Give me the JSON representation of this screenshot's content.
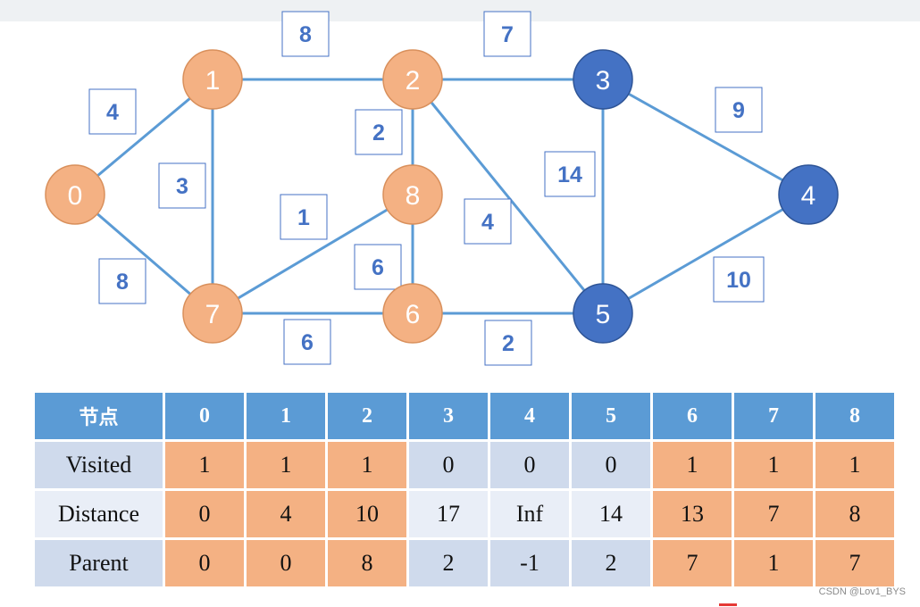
{
  "colors": {
    "visited_node": "#f4b183",
    "unvisited_node": "#4472c4",
    "edge": "#5b9bd5",
    "weight_text": "#4472c4",
    "header_bg": "#5b9bd5",
    "visited_cell": "#f4b183",
    "unvisited_cell_a": "#cfdaec",
    "unvisited_cell_b": "#e9eef7"
  },
  "graph": {
    "nodes": [
      {
        "id": "0",
        "visited": true
      },
      {
        "id": "1",
        "visited": true
      },
      {
        "id": "2",
        "visited": true
      },
      {
        "id": "3",
        "visited": false
      },
      {
        "id": "4",
        "visited": false
      },
      {
        "id": "5",
        "visited": false
      },
      {
        "id": "6",
        "visited": true
      },
      {
        "id": "7",
        "visited": true
      },
      {
        "id": "8",
        "visited": true
      }
    ],
    "edges": [
      {
        "from": "0",
        "to": "1",
        "weight": "4"
      },
      {
        "from": "0",
        "to": "7",
        "weight": "8"
      },
      {
        "from": "1",
        "to": "2",
        "weight": "8"
      },
      {
        "from": "1",
        "to": "7",
        "weight": "3"
      },
      {
        "from": "2",
        "to": "3",
        "weight": "7"
      },
      {
        "from": "2",
        "to": "8",
        "weight": "2"
      },
      {
        "from": "2",
        "to": "5",
        "weight": "4"
      },
      {
        "from": "7",
        "to": "8",
        "weight": "1"
      },
      {
        "from": "7",
        "to": "6",
        "weight": "6"
      },
      {
        "from": "8",
        "to": "6",
        "weight": "6"
      },
      {
        "from": "6",
        "to": "5",
        "weight": "2"
      },
      {
        "from": "3",
        "to": "5",
        "weight": "14"
      },
      {
        "from": "3",
        "to": "4",
        "weight": "9"
      },
      {
        "from": "5",
        "to": "4",
        "weight": "10"
      }
    ]
  },
  "table": {
    "corner_label": "节点",
    "columns": [
      "0",
      "1",
      "2",
      "3",
      "4",
      "5",
      "6",
      "7",
      "8"
    ],
    "rows": [
      {
        "label": "Visited",
        "values": [
          "1",
          "1",
          "1",
          "0",
          "0",
          "0",
          "1",
          "1",
          "1"
        ]
      },
      {
        "label": "Distance",
        "values": [
          "0",
          "4",
          "10",
          "17",
          "Inf",
          "14",
          "13",
          "7",
          "8"
        ]
      },
      {
        "label": "Parent",
        "values": [
          "0",
          "0",
          "8",
          "2",
          "-1",
          "2",
          "7",
          "1",
          "7"
        ]
      }
    ]
  },
  "footer": {
    "watermark": "CSDN @Lov1_BYS"
  }
}
